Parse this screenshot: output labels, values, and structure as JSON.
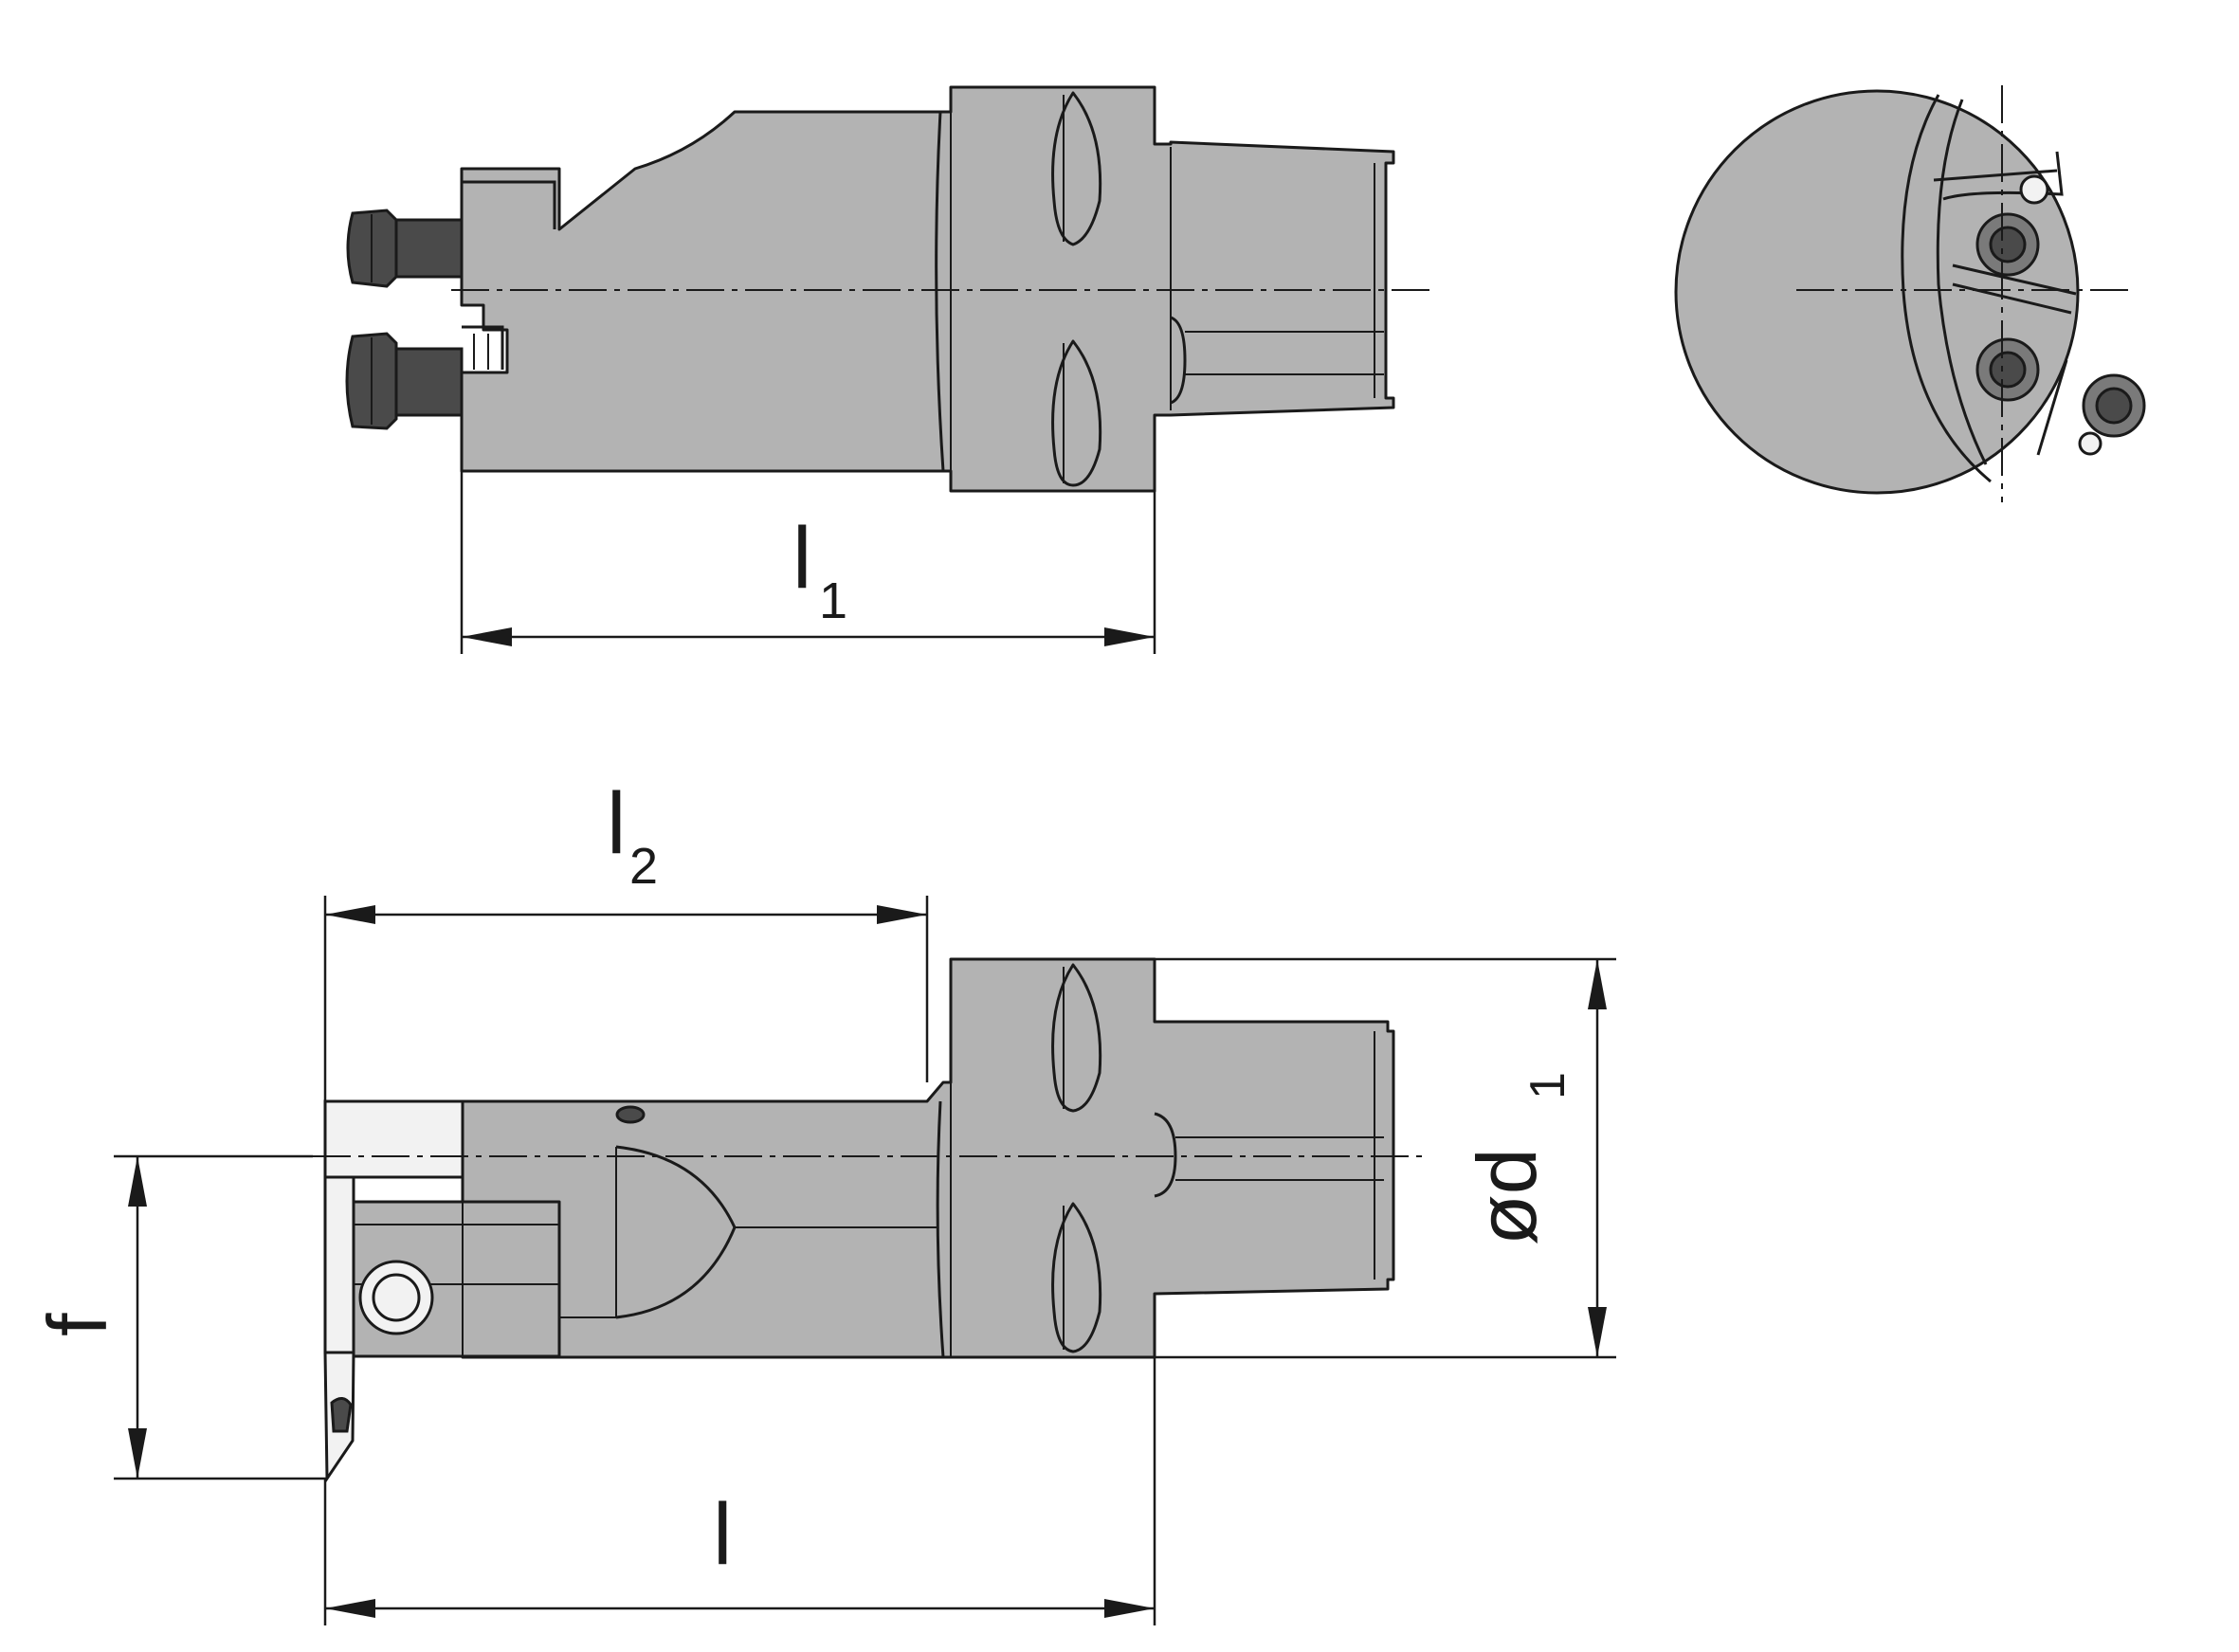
{
  "dimensions": {
    "l1": {
      "main": "l",
      "sub": "1"
    },
    "l2": {
      "main": "l",
      "sub": "2"
    },
    "l": {
      "main": "l"
    },
    "d1": {
      "main": "ød",
      "sub": "1"
    },
    "f": {
      "main": "f"
    }
  }
}
